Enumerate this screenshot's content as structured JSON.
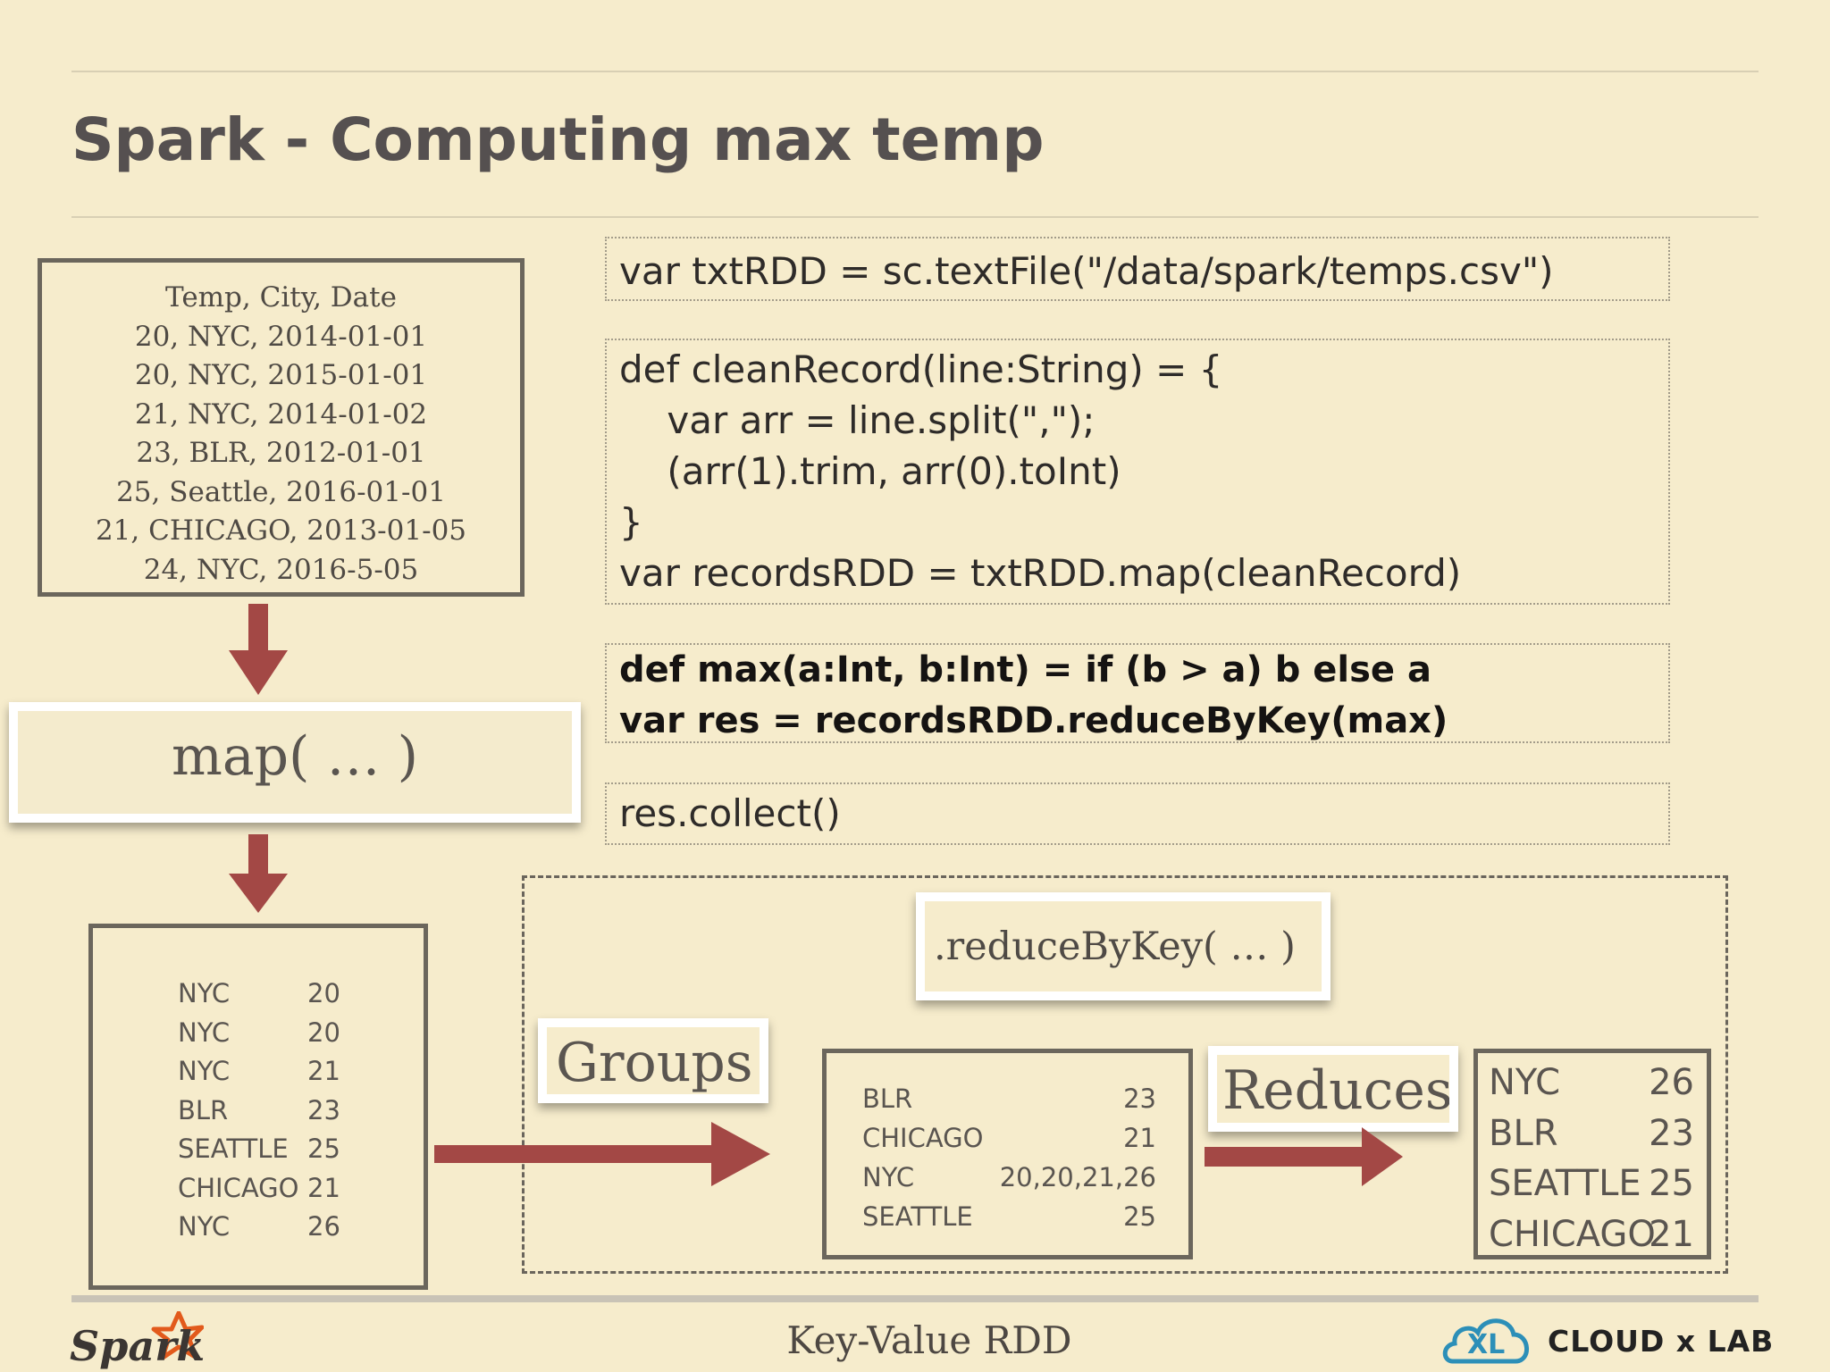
{
  "slide": {
    "title": "Spark - Computing max temp",
    "footer": "Key-Value RDD"
  },
  "csv": {
    "lines": [
      "Temp, City, Date",
      "20, NYC, 2014-01-01",
      "20, NYC, 2015-01-01",
      "21, NYC, 2014-01-02",
      "23, BLR, 2012-01-01",
      "25, Seattle, 2016-01-01",
      "21, CHICAGO, 2013-01-05",
      "24, NYC, 2016-5-05"
    ]
  },
  "labels": {
    "map": "map( … )",
    "reduce_by_key": ".reduceByKey( … )",
    "groups": "Groups",
    "reduces": "Reduces"
  },
  "code": {
    "block1": [
      "var txtRDD = sc.textFile(\"/data/spark/temps.csv\")"
    ],
    "block2": [
      "def cleanRecord(line:String) = {",
      "    var arr = line.split(\",\");",
      "    (arr(1).trim, arr(0).toInt)",
      "}",
      "var recordsRDD = txtRDD.map(cleanRecord)"
    ],
    "block3": [
      "def max(a:Int, b:Int) = if (b > a) b else a",
      "var res = recordsRDD.reduceByKey(max)"
    ],
    "block4": [
      "res.collect()"
    ]
  },
  "mapped_pairs": [
    {
      "key": "NYC",
      "value": "20"
    },
    {
      "key": "NYC",
      "value": "20"
    },
    {
      "key": "NYC",
      "value": "21"
    },
    {
      "key": "BLR",
      "value": "23"
    },
    {
      "key": "SEATTLE",
      "value": "25"
    },
    {
      "key": "CHICAGO",
      "value": "21"
    },
    {
      "key": "NYC",
      "value": "26"
    }
  ],
  "grouped_pairs": [
    {
      "key": "BLR",
      "value": "23"
    },
    {
      "key": "CHICAGO",
      "value": "21"
    },
    {
      "key": "NYC",
      "value": "20,20,21,26"
    },
    {
      "key": "SEATTLE",
      "value": "25"
    }
  ],
  "reduced_pairs": [
    {
      "key": "NYC",
      "value": "26"
    },
    {
      "key": "BLR",
      "value": "23"
    },
    {
      "key": "SEATTLE",
      "value": "25"
    },
    {
      "key": "CHICAGO",
      "value": "21"
    }
  ],
  "logos": {
    "spark": "Spark",
    "cloudxlab": "CLOUD x LAB",
    "cloudxlab_mark": "XL"
  },
  "colors": {
    "background": "#f6eccc",
    "arrow": "#a34845",
    "box_border": "#6b665c"
  }
}
